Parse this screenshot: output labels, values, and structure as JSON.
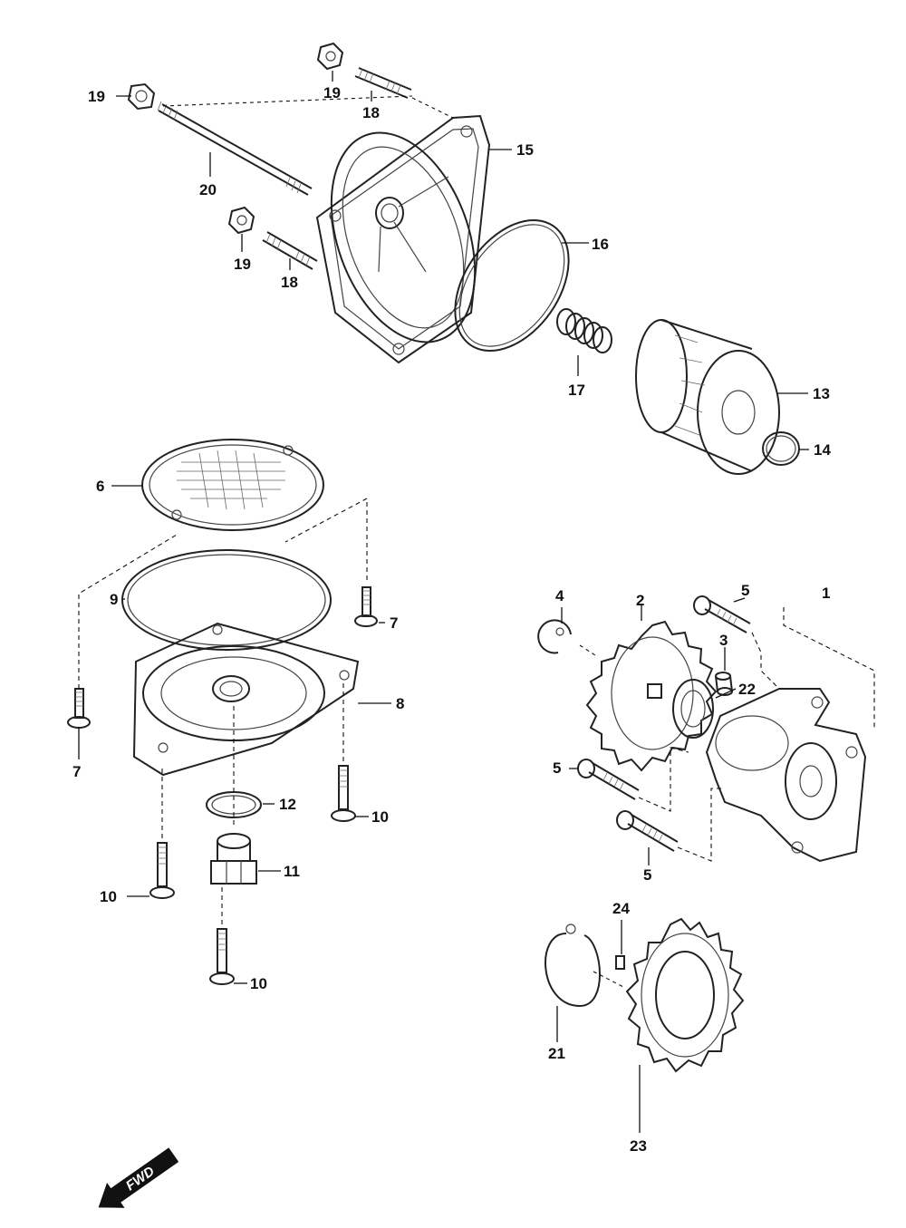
{
  "callouts": [
    "1",
    "2",
    "3",
    "4",
    "5",
    "6",
    "7",
    "8",
    "9",
    "10",
    "11",
    "12",
    "13",
    "14",
    "15",
    "16",
    "17",
    "18",
    "19",
    "20",
    "21",
    "22",
    "23",
    "24"
  ],
  "fwd_label": "FWD"
}
